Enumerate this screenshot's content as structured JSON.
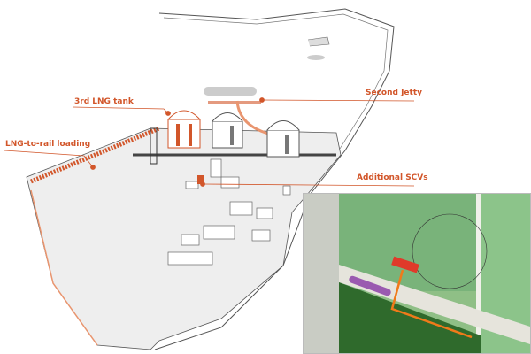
{
  "callouts": {
    "tank": "3rd LNG tank",
    "rail": "LNG-to-rail loading",
    "jetty": "Second Jetty",
    "scv": "Additional SCVs"
  },
  "colors": {
    "accent": "#d2562a",
    "ground": "#efefef",
    "line": "#555555"
  }
}
